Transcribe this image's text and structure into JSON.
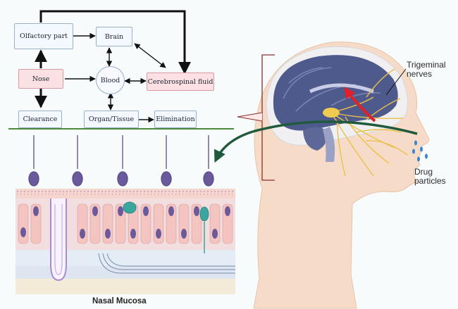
{
  "flow": {
    "olfactory": "Olfactory part",
    "brain": "Brain",
    "nose": "Nose",
    "blood": "Blood",
    "csf": "Cerebrospinal fluid",
    "clearance": "Clearance",
    "organ": "Organ/Tissue",
    "elimination": "Elimination"
  },
  "labels": {
    "trigeminal": [
      "Trigeminal",
      "nerves"
    ],
    "drug": [
      "Drug",
      "particles"
    ],
    "mucosa": "Nasal Mucosa"
  },
  "colors": {
    "divider_line": "#4a8a3a",
    "red_arrow": "#e0202a",
    "green_arrow": "#1f5a3c",
    "nerves": "#e8c04a",
    "brain": "#4f5a8c",
    "mucosa_cells": "#f3c4c0"
  }
}
